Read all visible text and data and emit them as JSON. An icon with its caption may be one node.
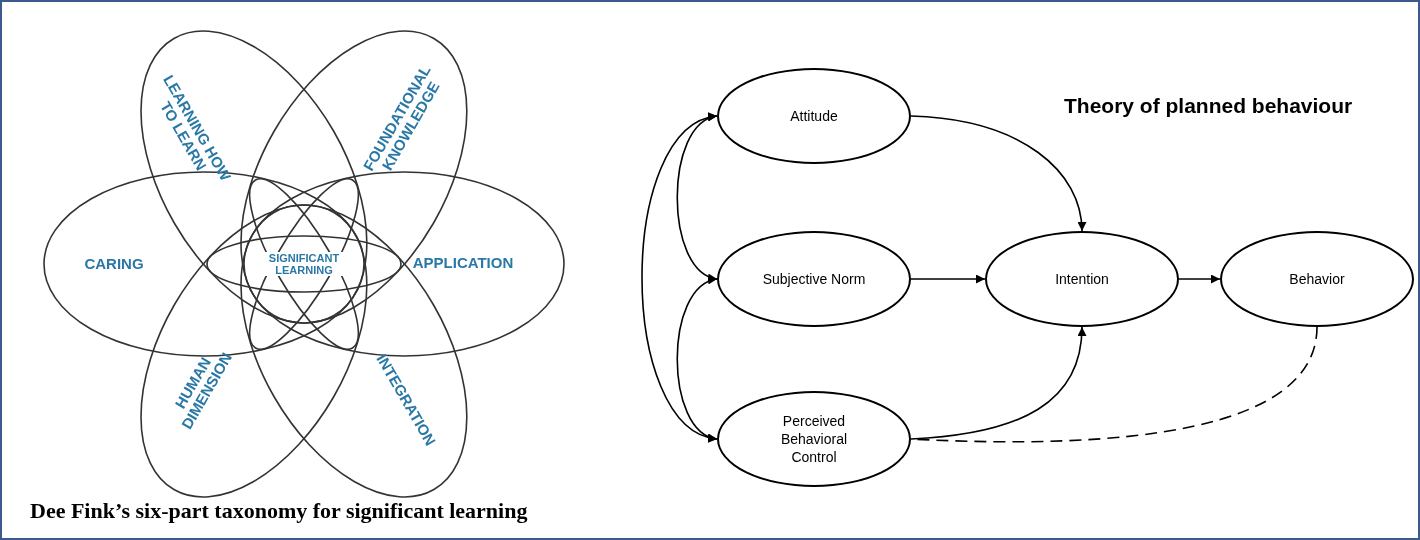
{
  "diagram": {
    "title": "Theory of planned behaviour",
    "caption": "Dee Fink’s six-part taxonomy for significant learning",
    "nodes": [
      {
        "text": [
          "LEARNING HOW TO LEARN"
        ]
      },
      {
        "text": [
          "FOUNDATIONAL KNOWLEDGE"
        ]
      },
      {
        "text": [
          "CARING"
        ]
      },
      {
        "text": [
          "SIGNIFICANT LEARNING"
        ]
      },
      {
        "text": [
          "APPLICATION"
        ]
      },
      {
        "text": [
          "HUMAN DIMENSION"
        ]
      },
      {
        "text": [
          "INTEGRATION"
        ]
      },
      {
        "text": [
          "Attitude"
        ]
      },
      {
        "text": [
          "Subjective Norm"
        ]
      },
      {
        "text": [
          "Perceived Behavioral Control"
        ]
      },
      {
        "text": [
          "Intention"
        ]
      },
      {
        "text": [
          "Behavior"
        ]
      }
    ],
    "edges": [
      {
        "from": 7,
        "to": 8,
        "arrow": "both"
      },
      {
        "from": 8,
        "to": 9,
        "arrow": "both"
      },
      {
        "from": 7,
        "to": 9,
        "arrow": "both"
      },
      {
        "from": 7,
        "to": 10,
        "arrow": "to"
      },
      {
        "from": 8,
        "to": 10,
        "arrow": "to"
      },
      {
        "from": 9,
        "to": 10,
        "arrow": "to"
      },
      {
        "from": 10,
        "to": 11,
        "arrow": "to"
      },
      {
        "from": 11,
        "to": 9,
        "arrow": "none",
        "style": "dashed"
      }
    ]
  }
}
